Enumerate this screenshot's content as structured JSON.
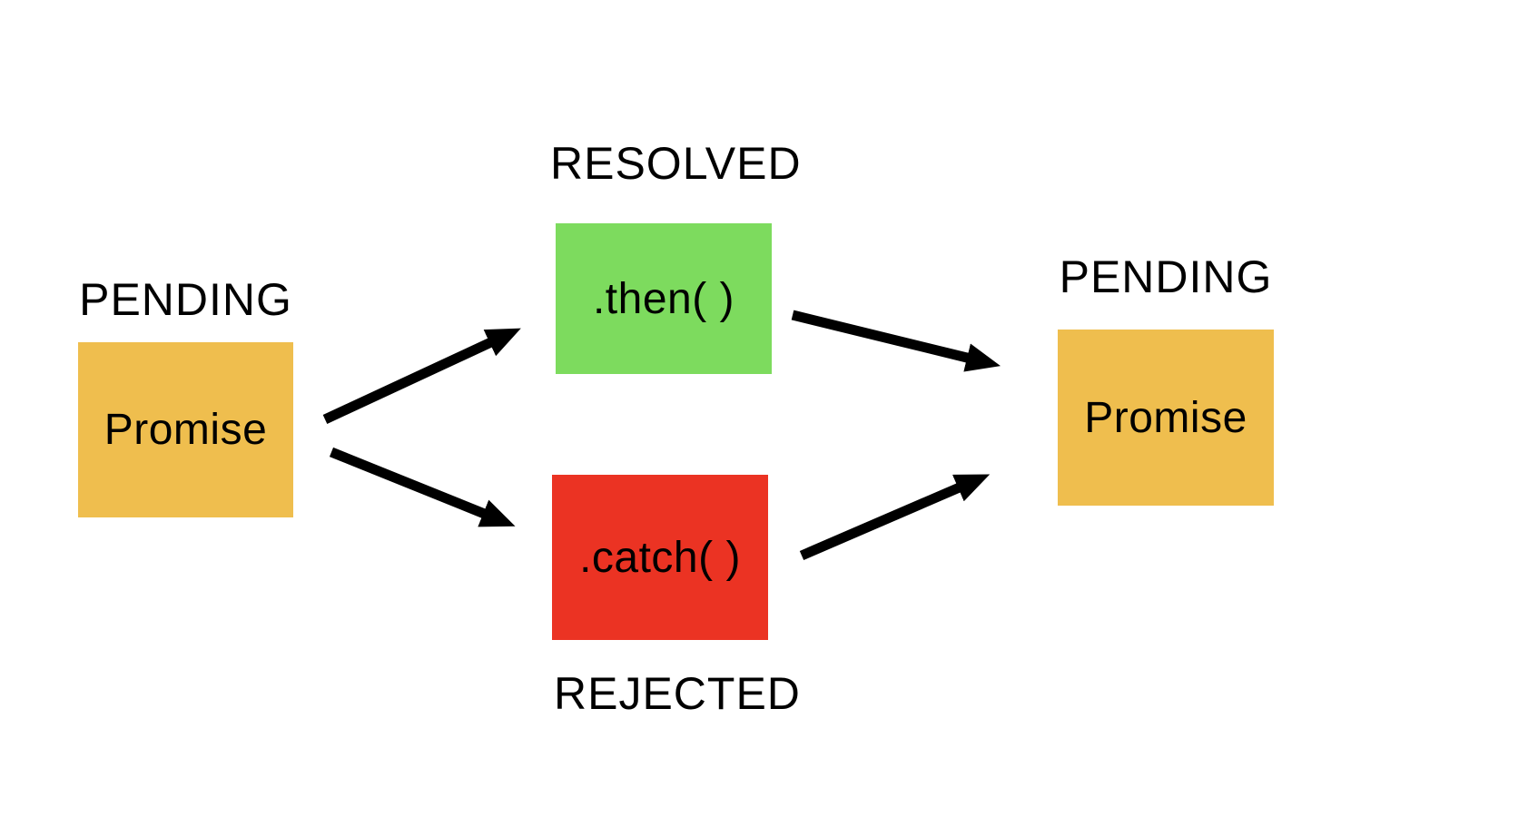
{
  "page": {
    "background": "#FFFFFF"
  },
  "diagram": {
    "type": "flowchart",
    "arrow_color": "#000000",
    "nodes": [
      {
        "id": "promise-initial",
        "label": "Promise",
        "state_label": "PENDING",
        "state_label_position": "above",
        "color": "#EFBE4E",
        "text_color": "#000000"
      },
      {
        "id": "then-handler",
        "label": ".then( )",
        "state_label": "RESOLVED",
        "state_label_position": "above",
        "color": "#7DDB5E",
        "text_color": "#000000"
      },
      {
        "id": "catch-handler",
        "label": ".catch( )",
        "state_label": "REJECTED",
        "state_label_position": "below",
        "color": "#EB3323",
        "text_color": "#000000"
      },
      {
        "id": "promise-result",
        "label": "Promise",
        "state_label": "PENDING",
        "state_label_position": "above",
        "color": "#EFBE4E",
        "text_color": "#000000"
      }
    ],
    "edges": [
      {
        "from": "promise-initial",
        "to": "then-handler"
      },
      {
        "from": "promise-initial",
        "to": "catch-handler"
      },
      {
        "from": "then-handler",
        "to": "promise-result"
      },
      {
        "from": "catch-handler",
        "to": "promise-result"
      }
    ]
  }
}
